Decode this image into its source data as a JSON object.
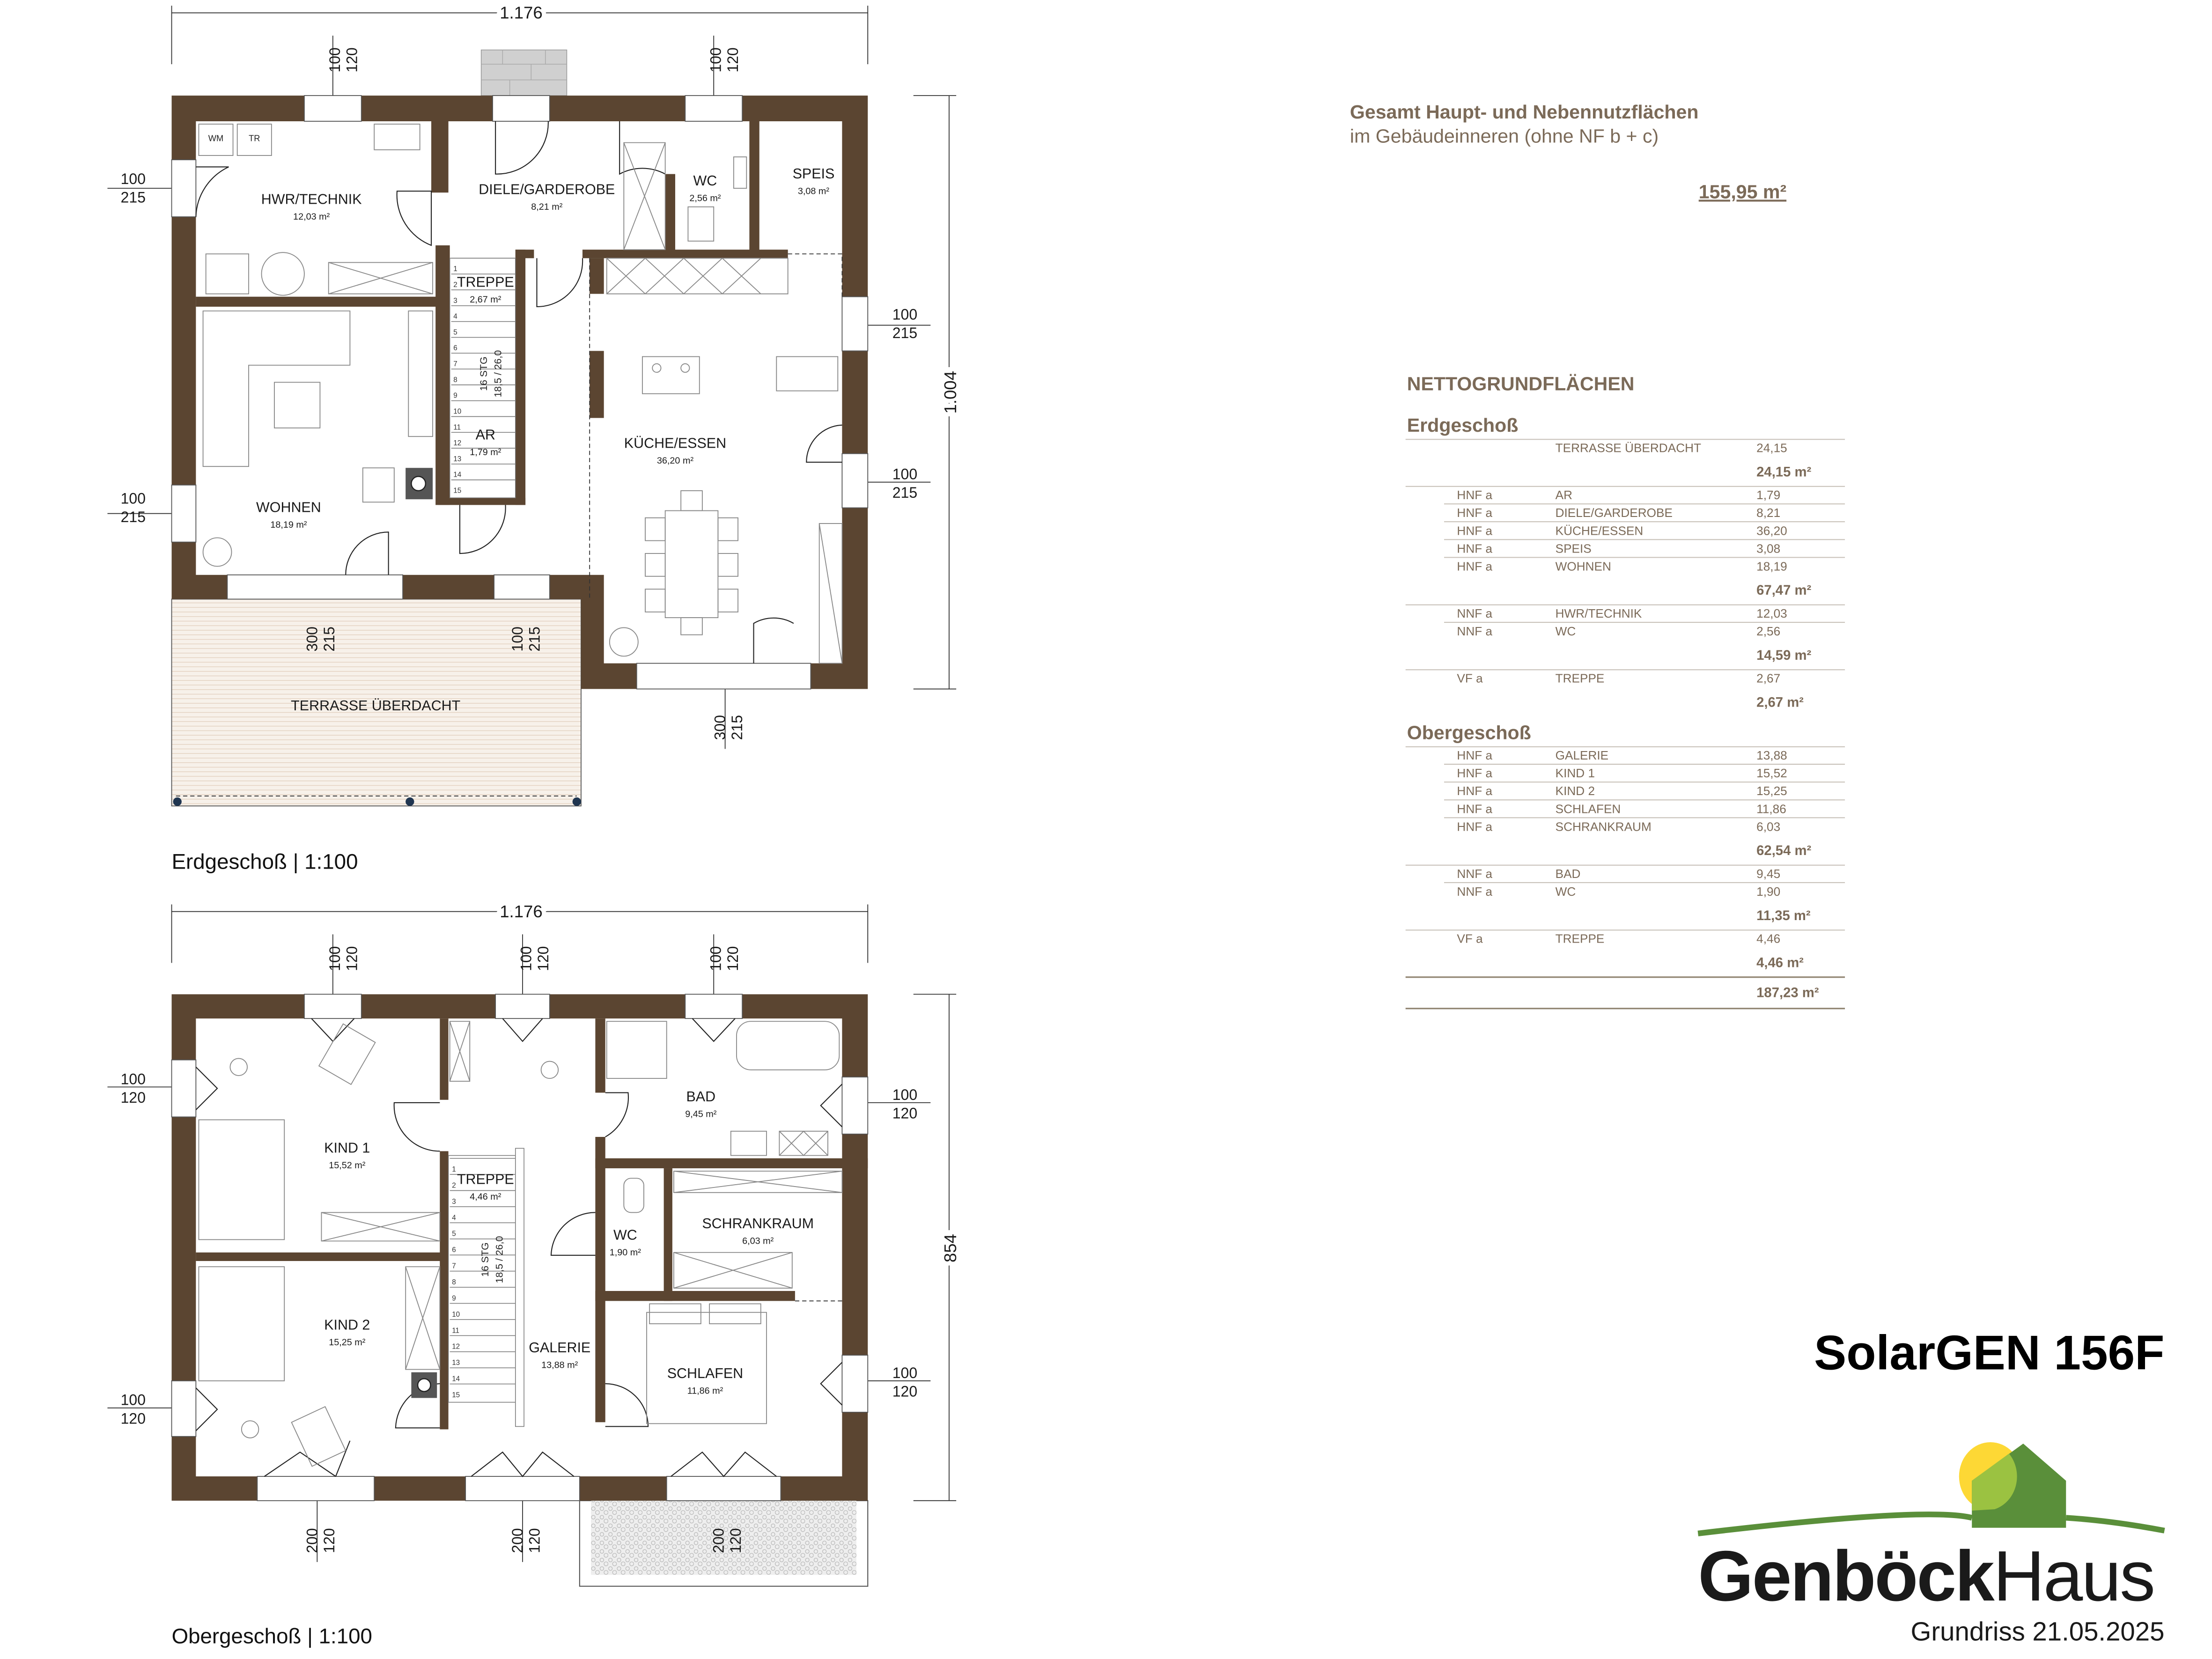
{
  "summary": {
    "title": "Gesamt Haupt- und Nebennutzflächen",
    "subtitle": "im Gebäudeinneren (ohne NF b + c)",
    "total": "155,95 m²"
  },
  "table": {
    "title": "NETTOGRUNDFLÄCHEN",
    "sections": [
      {
        "title": "Erdgeschoß",
        "groups": [
          {
            "rows": [
              {
                "code": "",
                "name": "TERRASSE ÜBERDACHT",
                "value": "24,15"
              }
            ],
            "total": "24,15 m²"
          },
          {
            "rows": [
              {
                "code": "HNF a",
                "name": "AR",
                "value": "1,79"
              },
              {
                "code": "HNF a",
                "name": "DIELE/GARDEROBE",
                "value": "8,21"
              },
              {
                "code": "HNF a",
                "name": "KÜCHE/ESSEN",
                "value": "36,20"
              },
              {
                "code": "HNF a",
                "name": "SPEIS",
                "value": "3,08"
              },
              {
                "code": "HNF a",
                "name": "WOHNEN",
                "value": "18,19"
              }
            ],
            "total": "67,47 m²"
          },
          {
            "rows": [
              {
                "code": "NNF a",
                "name": "HWR/TECHNIK",
                "value": "12,03"
              },
              {
                "code": "NNF a",
                "name": "WC",
                "value": "2,56"
              }
            ],
            "total": "14,59 m²"
          },
          {
            "rows": [
              {
                "code": "VF a",
                "name": "TREPPE",
                "value": "2,67"
              }
            ],
            "total": "2,67 m²"
          }
        ]
      },
      {
        "title": "Obergeschoß",
        "groups": [
          {
            "rows": [
              {
                "code": "HNF a",
                "name": "GALERIE",
                "value": "13,88"
              },
              {
                "code": "HNF a",
                "name": "KIND 1",
                "value": "15,52"
              },
              {
                "code": "HNF a",
                "name": "KIND 2",
                "value": "15,25"
              },
              {
                "code": "HNF a",
                "name": "SCHLAFEN",
                "value": "11,86"
              },
              {
                "code": "HNF a",
                "name": "SCHRANKRAUM",
                "value": "6,03"
              }
            ],
            "total": "62,54 m²"
          },
          {
            "rows": [
              {
                "code": "NNF a",
                "name": "BAD",
                "value": "9,45"
              },
              {
                "code": "NNF a",
                "name": "WC",
                "value": "1,90"
              }
            ],
            "total": "11,35 m²"
          },
          {
            "rows": [
              {
                "code": "VF a",
                "name": "TREPPE",
                "value": "4,46"
              }
            ],
            "total": "4,46 m²"
          }
        ]
      }
    ],
    "grand_total": "187,23 m²"
  },
  "project": {
    "name": "SolarGEN 156F",
    "brand_bold": "Genböck",
    "brand_light": "Haus",
    "plan_date": "Grundriss 21.05.2025"
  },
  "plans": {
    "eg": {
      "caption": "Erdgeschoß | 1:100",
      "width_dim": "1.176",
      "height_dim": "1.004",
      "stair_count": "16 STG",
      "stair_ratio": "18,5 / 26,0",
      "stair_steps": 15,
      "appliances": [
        "WM",
        "TR"
      ],
      "rooms": [
        {
          "name": "HWR/TECHNIK",
          "area": "12,03 m²"
        },
        {
          "name": "DIELE/GARDEROBE",
          "area": "8,21 m²"
        },
        {
          "name": "WC",
          "area": "2,56 m²"
        },
        {
          "name": "SPEIS",
          "area": "3,08 m²"
        },
        {
          "name": "TREPPE",
          "area": "2,67 m²"
        },
        {
          "name": "AR",
          "area": "1,79 m²"
        },
        {
          "name": "KÜCHE/ESSEN",
          "area": "36,20 m²"
        },
        {
          "name": "WOHNEN",
          "area": "18,19 m²"
        },
        {
          "name": "TERRASSE ÜBERDACHT",
          "area": ""
        }
      ],
      "openings": [
        {
          "w": "100",
          "h": "120"
        },
        {
          "w": "100",
          "h": "120"
        },
        {
          "w": "100",
          "h": "215"
        },
        {
          "w": "100",
          "h": "215"
        },
        {
          "w": "100",
          "h": "215"
        },
        {
          "w": "100",
          "h": "215"
        },
        {
          "w": "300",
          "h": "215"
        },
        {
          "w": "100",
          "h": "215"
        },
        {
          "w": "300",
          "h": "215"
        }
      ]
    },
    "og": {
      "caption": "Obergeschoß | 1:100",
      "width_dim": "1.176",
      "height_dim": "854",
      "stair_count": "16 STG",
      "stair_ratio": "18,5 / 26,0",
      "stair_steps": 15,
      "rooms": [
        {
          "name": "KIND 1",
          "area": "15,52 m²"
        },
        {
          "name": "KIND 2",
          "area": "15,25 m²"
        },
        {
          "name": "TREPPE",
          "area": "4,46 m²"
        },
        {
          "name": "GALERIE",
          "area": "13,88 m²"
        },
        {
          "name": "BAD",
          "area": "9,45 m²"
        },
        {
          "name": "WC",
          "area": "1,90 m²"
        },
        {
          "name": "SCHRANKRAUM",
          "area": "6,03 m²"
        },
        {
          "name": "SCHLAFEN",
          "area": "11,86 m²"
        }
      ],
      "openings": [
        {
          "w": "100",
          "h": "120"
        },
        {
          "w": "100",
          "h": "120"
        },
        {
          "w": "100",
          "h": "120"
        },
        {
          "w": "100",
          "h": "120"
        },
        {
          "w": "100",
          "h": "120"
        },
        {
          "w": "100",
          "h": "120"
        },
        {
          "w": "100",
          "h": "120"
        },
        {
          "w": "200",
          "h": "120"
        },
        {
          "w": "200",
          "h": "120"
        },
        {
          "w": "200",
          "h": "120"
        }
      ]
    }
  },
  "colors": {
    "wall": "#5b4531",
    "table_text": "#7b6a58",
    "logo_green": "#5a8f3a",
    "logo_light_green": "#9bc241",
    "logo_yellow": "#fdd835"
  }
}
